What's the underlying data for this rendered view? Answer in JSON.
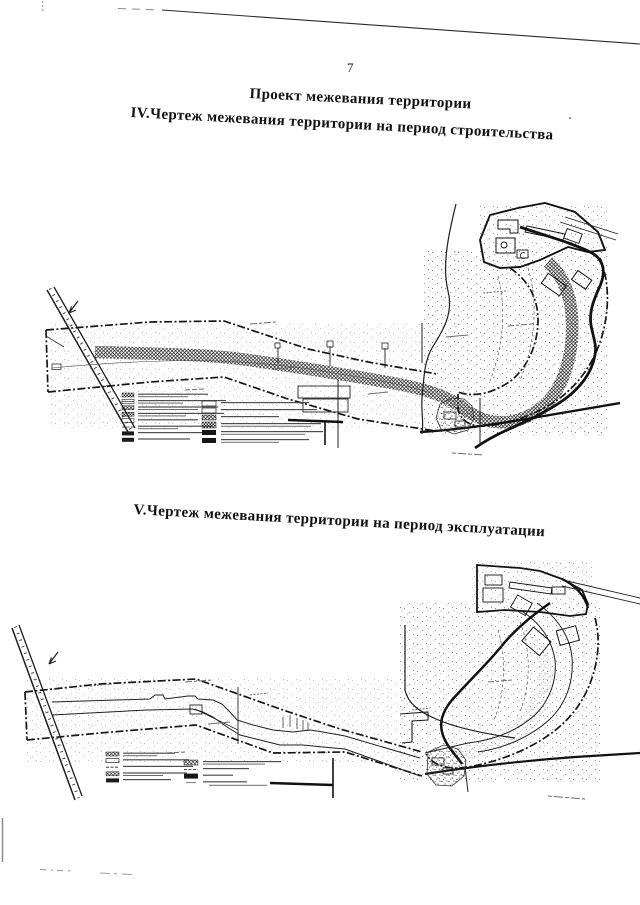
{
  "page": {
    "number": "7",
    "title": "Проект межевания территории",
    "heading_iv": "IV.Чертеж межевания территории на период строительства",
    "heading_v": "V.Чертеж межевания территории на период эксплуатации"
  },
  "colors": {
    "ink": "#1a1a1a",
    "faint_gray": "#8a8a8a",
    "paper": "#ffffff"
  }
}
